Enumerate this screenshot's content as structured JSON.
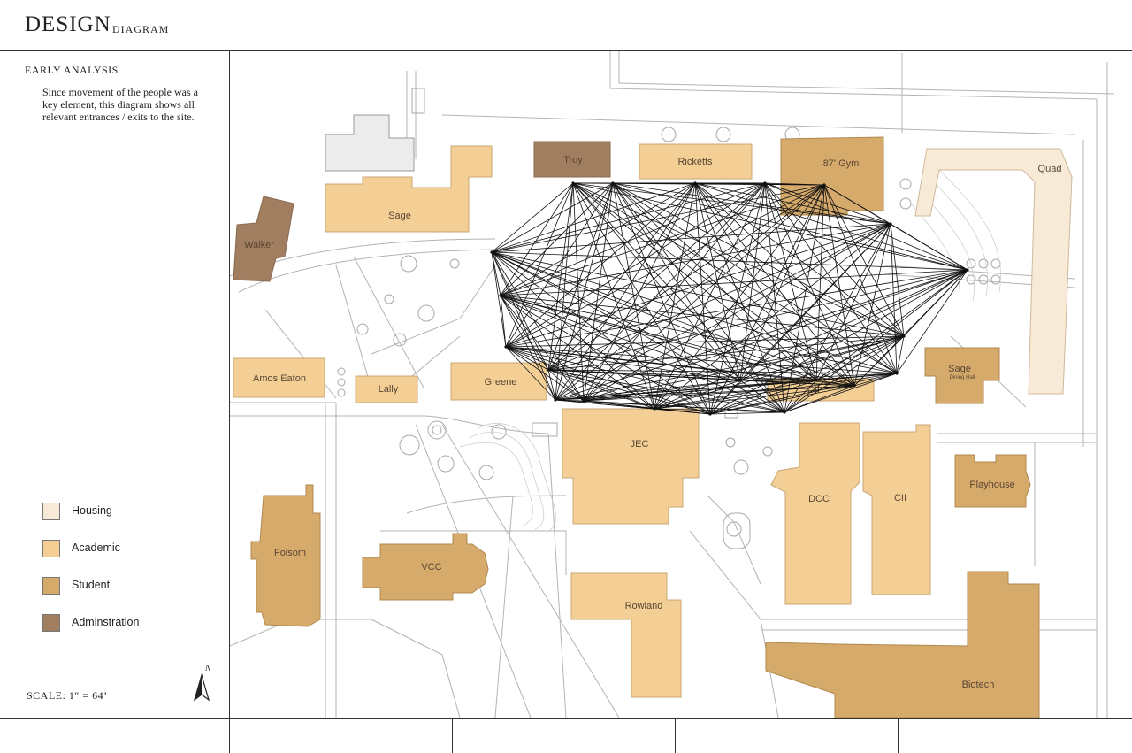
{
  "header": {
    "title": "DESIGN",
    "subtitle": "DIAGRAM"
  },
  "sidebar": {
    "section_title": "EARLY ANALYSIS",
    "description": "Since movement of the people was a key element, this diagram shows all relevant entrances / exits to the site.",
    "legend": [
      {
        "label": "Housing",
        "color": "#f7ead6"
      },
      {
        "label": "Academic",
        "color": "#f3cf96"
      },
      {
        "label": "Student",
        "color": "#d6aa6b"
      },
      {
        "label": "Adminstration",
        "color": "#a27e60"
      }
    ],
    "north_label": "N",
    "scale": "SCALE:  1″ = 64’"
  },
  "map": {
    "colors": {
      "housing": "#f7ead6",
      "academic": "#f3cf96",
      "student": "#d6aa6b",
      "administration": "#a27e60",
      "gray": "#ececec",
      "line": "#111111"
    },
    "buildings": {
      "troy": "Troy",
      "ricketts": "Ricketts",
      "gym": "87' Gym",
      "quad": "Quad",
      "sage": "Sage",
      "walker": "Walker",
      "amos_eaton": "Amos Eaton",
      "lally": "Lally",
      "greene": "Greene",
      "cii_top": "CII",
      "sage_dining": "Sage",
      "sage_dining_sub": "Dining Hall",
      "jec": "JEC",
      "dcc": "DCC",
      "cii_right": "CII",
      "playhouse": "Playhouse",
      "folsom": "Folsom",
      "vcc": "VCC",
      "rowland": "Rowland",
      "biotech": "Biotech"
    },
    "entrance_count": 21
  }
}
